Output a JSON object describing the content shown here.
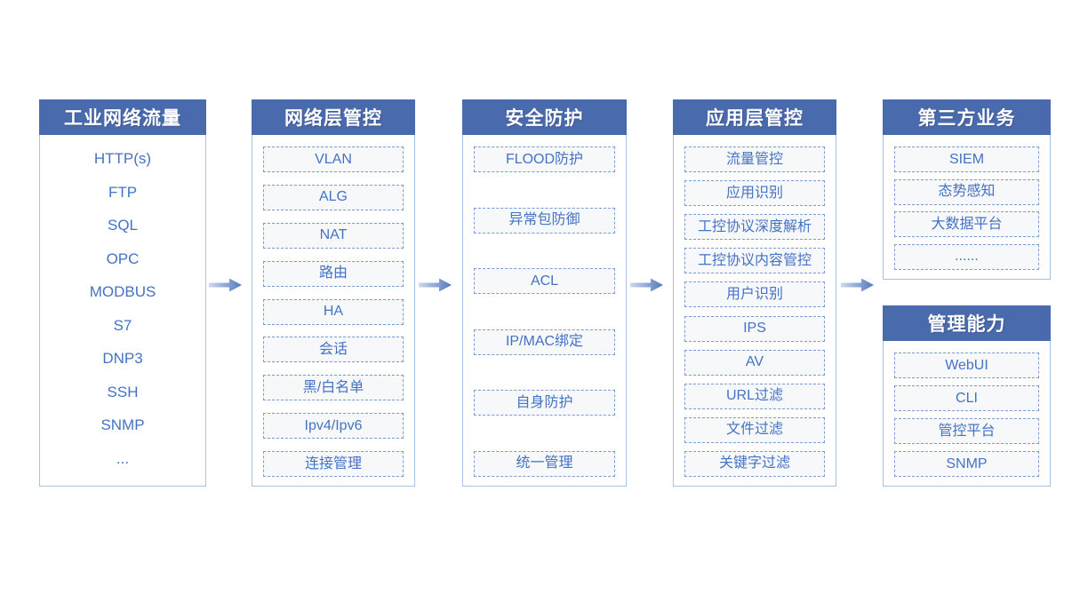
{
  "colors": {
    "header_bg": "#4a6aae",
    "header_text": "#ffffff",
    "panel_border": "#a9c2e2",
    "box_bg": "#f7f8fa",
    "box_border": "#7b9cd3",
    "item_text": "#4472c4",
    "arrow_light": "#ccd9ef",
    "arrow_dark": "#5577bb"
  },
  "columns": [
    {
      "title": "工业网络流量",
      "items": [
        "HTTP(s)",
        "FTP",
        "SQL",
        "OPC",
        "MODBUS",
        "S7",
        "DNP3",
        "SSH",
        "SNMP",
        "..."
      ]
    },
    {
      "title": "网络层管控",
      "items": [
        "VLAN",
        "ALG",
        "NAT",
        "路由",
        "HA",
        "会话",
        "黑/白名单",
        "Ipv4/Ipv6",
        "连接管理"
      ]
    },
    {
      "title": "安全防护",
      "items": [
        "FLOOD防护",
        "异常包防御",
        "ACL",
        "IP/MAC绑定",
        "自身防护",
        "统一管理"
      ]
    },
    {
      "title": "应用层管控",
      "items": [
        "流量管控",
        "应用识别",
        "工控协议深度解析",
        "工控协议内容管控",
        "用户识别",
        "IPS",
        "AV",
        "URL过滤",
        "文件过滤",
        "关键字过滤"
      ]
    },
    {
      "title": "第三方业务",
      "items": [
        "SIEM",
        "态势感知",
        "大数据平台",
        "......"
      ]
    },
    {
      "title": "管理能力",
      "items": [
        "WebUI",
        "CLI",
        "管控平台",
        "SNMP"
      ]
    }
  ]
}
